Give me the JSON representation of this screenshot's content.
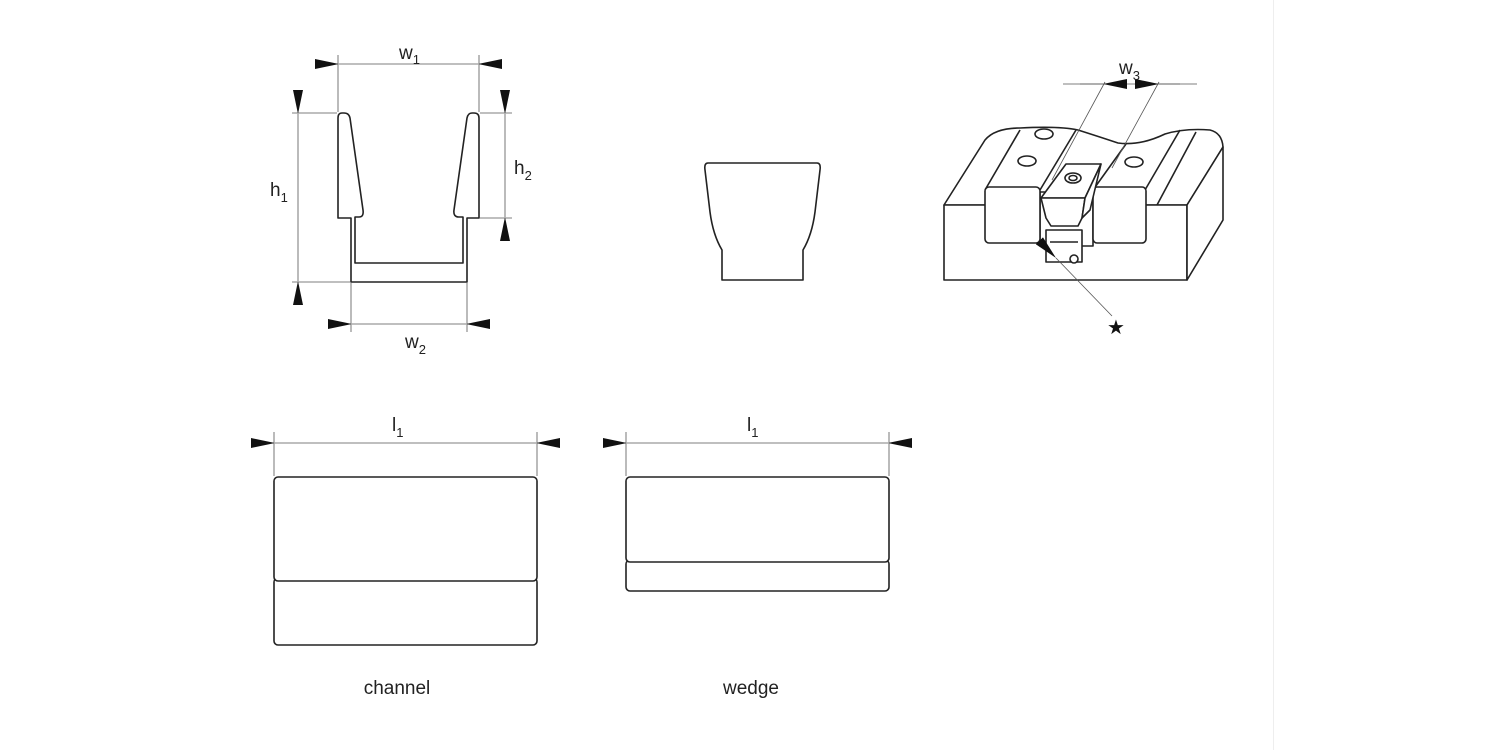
{
  "channel_profile": {
    "w1": {
      "base": "w",
      "sub": "1"
    },
    "w2": {
      "base": "w",
      "sub": "2"
    },
    "h1": {
      "base": "h",
      "sub": "1"
    },
    "h2": {
      "base": "h",
      "sub": "2"
    }
  },
  "assembly": {
    "w3": {
      "base": "w",
      "sub": "3"
    },
    "star": "★"
  },
  "channel_side": {
    "l1": {
      "base": "l",
      "sub": "1"
    },
    "caption": "channel"
  },
  "wedge_side": {
    "l1": {
      "base": "l",
      "sub": "1"
    },
    "caption": "wedge"
  }
}
